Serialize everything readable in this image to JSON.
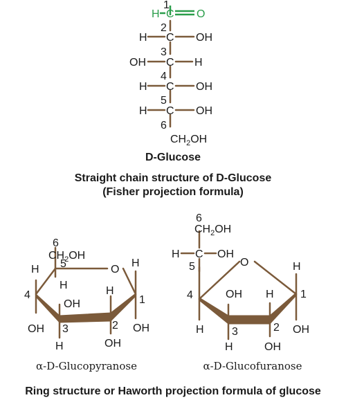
{
  "fischer": {
    "carbons": [
      "1",
      "2",
      "3",
      "4",
      "5",
      "6"
    ],
    "c1": {
      "left": "H",
      "atom": "C",
      "right": "O"
    },
    "c2": {
      "left": "H",
      "atom": "C",
      "right": "OH"
    },
    "c3": {
      "left": "OH",
      "atom": "C",
      "right": "H"
    },
    "c4": {
      "left": "H",
      "atom": "C",
      "right": "OH"
    },
    "c5": {
      "left": "H",
      "atom": "C",
      "right": "OH"
    },
    "c6": {
      "group_pre": "CH",
      "sub": "2",
      "group_post": "OH"
    },
    "name": "D-Glucose",
    "caption_line1": "Straight chain structure of D-Glucose",
    "caption_line2": "(Fisher projection formula)"
  },
  "pyranose": {
    "label_6": "6",
    "ch2oh_pre": "CH",
    "ch2oh_sub": "2",
    "ch2oh_post": "OH",
    "label_5": "5",
    "ring_o": "O",
    "h5": "H",
    "h1_top": "H",
    "label_4": "4",
    "h4": "H",
    "oh3_top": "OH",
    "h2_top": "H",
    "label_1": "1",
    "oh4": "OH",
    "label_3": "3",
    "label_2": "2",
    "oh1": "OH",
    "h3": "H",
    "oh2": "OH",
    "name": "α-D-Glucopyranose"
  },
  "furanose": {
    "label_6": "6",
    "ch2oh_pre": "CH",
    "ch2oh_sub": "2",
    "ch2oh_post": "OH",
    "h5": "H",
    "c5": "C",
    "oh5": "OH",
    "label_5": "5",
    "ring_o": "O",
    "h1_top": "H",
    "label_4": "4",
    "oh3_top": "OH",
    "h2_top": "H",
    "label_1": "1",
    "h4": "H",
    "label_3": "3",
    "label_2": "2",
    "oh1": "OH",
    "h3": "H",
    "oh2": "OH",
    "name": "α-D-Glucofuranose"
  },
  "footer": "Ring structure or Haworth projection formula of glucose"
}
